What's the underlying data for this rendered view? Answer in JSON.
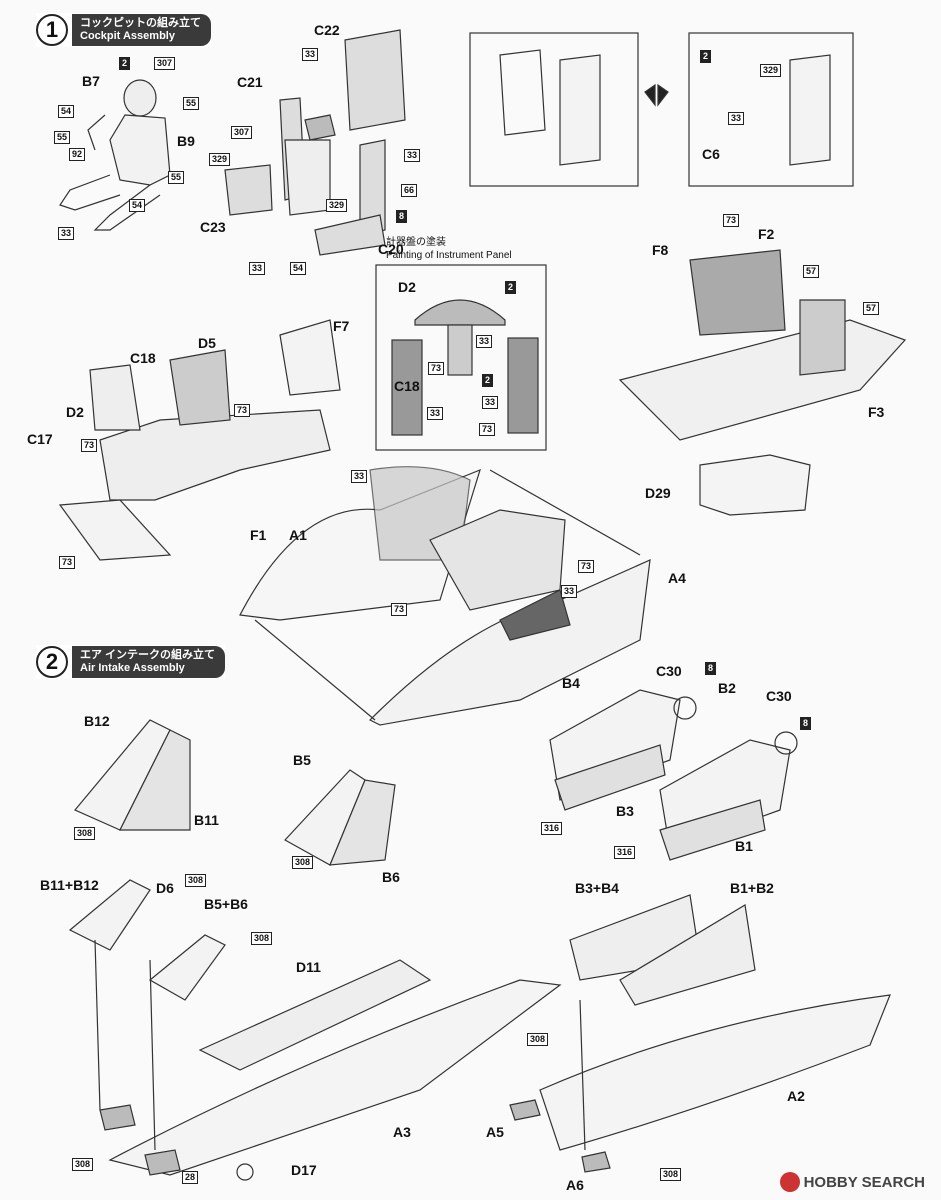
{
  "step1": {
    "number": "1",
    "title_jp": "コックピットの組み立て",
    "title_en": "Cockpit Assembly"
  },
  "step2": {
    "number": "2",
    "title_jp": "エア インテークの組み立て",
    "title_en": "Air Intake Assembly"
  },
  "instrument_panel": {
    "title_jp": "計器盤の塗装",
    "title_en": "Painting of Instrument Panel"
  },
  "parts": {
    "B7": "B7",
    "B9": "B9",
    "C22": "C22",
    "C21": "C21",
    "C23": "C23",
    "C20": "C20",
    "C6": "C6",
    "F8": "F8",
    "F2": "F2",
    "F3": "F3",
    "D29": "D29",
    "D2": "D2",
    "C18": "C18",
    "D5": "D5",
    "F7": "F7",
    "C17": "C17",
    "F1": "F1",
    "A1": "A1",
    "A4": "A4",
    "B4": "B4",
    "B2": "B2",
    "C30": "C30",
    "B12": "B12",
    "B11": "B11",
    "B5": "B5",
    "B6": "B6",
    "B3": "B3",
    "B1": "B1",
    "B11B12": "B11+B12",
    "D6": "D6",
    "B5B6": "B5+B6",
    "D11": "D11",
    "B3B4": "B3+B4",
    "B1B2": "B1+B2",
    "A3": "A3",
    "A2": "A2",
    "A5": "A5",
    "A6": "A6",
    "D17": "D17"
  },
  "paint": {
    "c2": "2",
    "c307": "307",
    "c55": "55",
    "c54": "54",
    "c92": "92",
    "c33": "33",
    "c329": "329",
    "c8": "8",
    "c66": "66",
    "c73": "73",
    "c57": "57",
    "c308": "308",
    "c316": "316",
    "c28": "28"
  },
  "watermark": {
    "text": "HOBBY SEARCH"
  },
  "colors": {
    "ink": "#222222",
    "shade": "#c9c9c9",
    "header": "#3a3a3a"
  }
}
